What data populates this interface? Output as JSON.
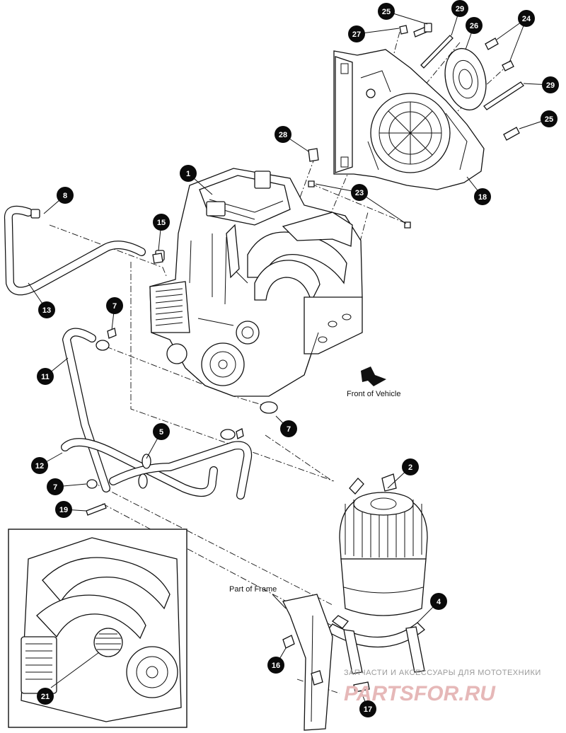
{
  "labels": {
    "front_of_vehicle": "Front of Vehicle",
    "part_of_frame": "Part of Frame"
  },
  "callouts": [
    "1",
    "2",
    "4",
    "5",
    "7",
    "8",
    "11",
    "12",
    "13",
    "15",
    "16",
    "17",
    "18",
    "19",
    "21",
    "23",
    "24",
    "25",
    "26",
    "27",
    "28",
    "29"
  ],
  "watermark": {
    "line1": "ЗАПЧАСТИ И АКСЕССУАРЫ ДЛЯ МОТОТЕХНИКИ",
    "line2": "PARTSFOR.RU"
  }
}
